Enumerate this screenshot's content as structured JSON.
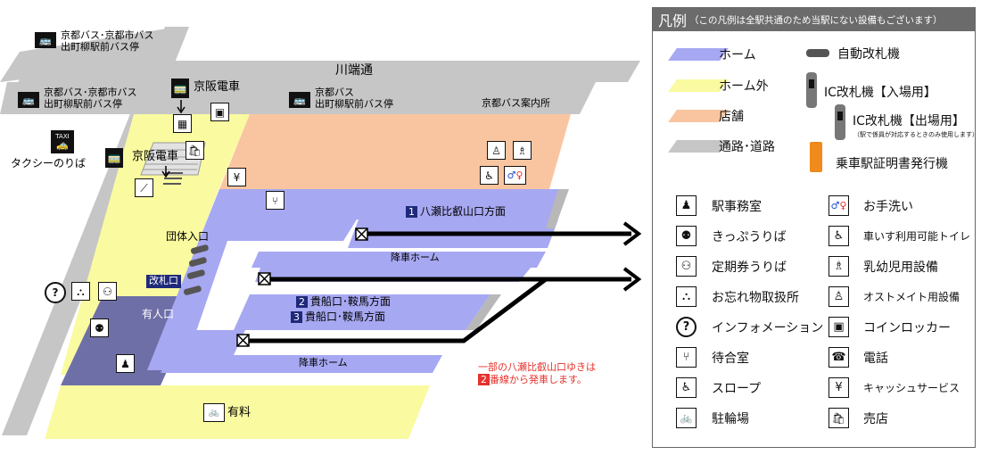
{
  "map": {
    "roads": {
      "kawabata": "川端通"
    },
    "bus_stops": {
      "top_left": {
        "line1": "京都バス･京都市バス",
        "line2": "出町柳駅前バス停"
      },
      "left": {
        "line1": "京都バス･京都市バス",
        "line2": "出町柳駅前バス停"
      },
      "center": {
        "line1": "京都バス",
        "line2": "出町柳駅前バス停"
      },
      "info_center": "京都バス案内所"
    },
    "keihan": {
      "top": "京阪電車",
      "left": "京阪電車"
    },
    "taxi": {
      "badge": "TAXI",
      "label": "タクシーのりば"
    },
    "group_entrance": "団体入口",
    "ticket_gate": "改札口",
    "staffed_gate": "有人口",
    "bicycle_paid": "有料",
    "platforms": {
      "p1": {
        "num": "1",
        "dest": "八瀬比叡山口方面"
      },
      "alight1": "降車ホーム",
      "p2": {
        "num": "2",
        "dest": "貴船口･鞍馬方面"
      },
      "p3": {
        "num": "3",
        "dest": "貴船口･鞍馬方面"
      },
      "alight2": "降車ホーム"
    },
    "notice": {
      "line1": "一部の八瀬比叡山口ゆきは",
      "num": "2",
      "line2": "番線から発車します。"
    },
    "colors": {
      "platform": "#a7a8f2",
      "outside": "#fafaa0",
      "shop": "#f9c5a0",
      "road": "#c6c6c6",
      "staffed_area": "#6f6fa8",
      "red": "#e5322d",
      "navy": "#1f2a7a"
    }
  },
  "legend": {
    "title": "凡例",
    "note": "（この凡例は全駅共通のため当駅にない設備もございます）",
    "areas": [
      {
        "label": "ホーム",
        "color": "#a7a8f2"
      },
      {
        "label": "ホーム外",
        "color": "#fafaa0"
      },
      {
        "label": "店舗",
        "color": "#f9c5a0"
      },
      {
        "label": "通路･道路",
        "color": "#c6c6c6"
      }
    ],
    "gates": {
      "auto": "自動改札機",
      "ic_in": "IC改札機【入場用】",
      "ic_out": "IC改札機【出場用】",
      "ic_out_note": "（駅で係員が対応するときのみ使用します）",
      "certificate": "乗車駅証明書発行機"
    },
    "facilities_left": [
      {
        "label": "駅事務室",
        "icon": "station-office-icon"
      },
      {
        "label": "きっぷうりば",
        "icon": "ticket-sales-icon"
      },
      {
        "label": "定期券うりば",
        "icon": "commuter-pass-icon"
      },
      {
        "label": "お忘れ物取扱所",
        "icon": "lost-and-found-icon"
      },
      {
        "label": "インフォメーション",
        "icon": "information-icon"
      },
      {
        "label": "待合室",
        "icon": "waiting-room-icon"
      },
      {
        "label": "スロープ",
        "icon": "slope-icon"
      },
      {
        "label": "駐輪場",
        "icon": "bicycle-parking-icon"
      }
    ],
    "facilities_right": [
      {
        "label": "お手洗い",
        "icon": "restroom-icon"
      },
      {
        "label": "車いす利用可能トイレ",
        "icon": "wheelchair-toilet-icon"
      },
      {
        "label": "乳幼児用設備",
        "icon": "baby-facility-icon"
      },
      {
        "label": "オストメイト用設備",
        "icon": "ostomate-icon"
      },
      {
        "label": "コインロッカー",
        "icon": "coin-locker-icon"
      },
      {
        "label": "電話",
        "icon": "telephone-icon"
      },
      {
        "label": "キャッシュサービス",
        "icon": "cash-service-icon"
      },
      {
        "label": "売店",
        "icon": "kiosk-icon"
      }
    ]
  }
}
